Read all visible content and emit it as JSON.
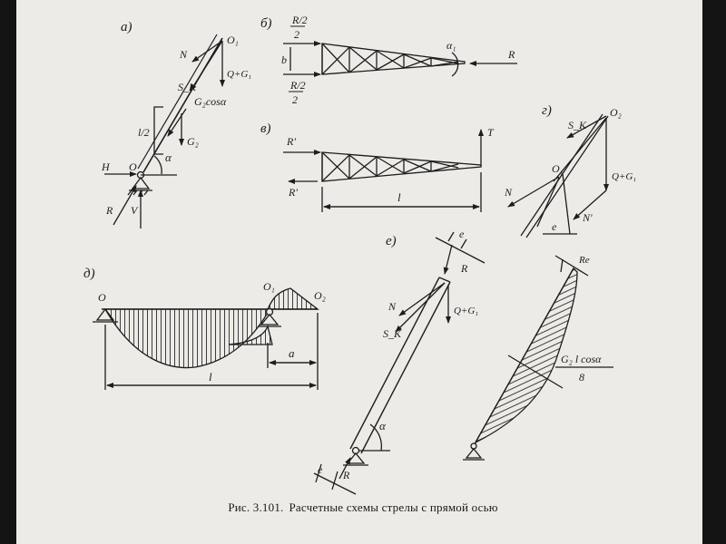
{
  "figure": {
    "caption_number": "Рис. 3.101.",
    "caption_text": "Расчетные схемы стрелы с прямой осью"
  },
  "panels": {
    "a": {
      "label": "а)",
      "points": [
        "O₁",
        "O"
      ],
      "forces": [
        "N",
        "Q+G₁",
        "S_K",
        "G₂cosα",
        "G₂",
        "H",
        "R",
        "V"
      ],
      "dimension": "l/2",
      "angle": "α"
    },
    "b": {
      "label": "б)",
      "forces": [
        "R/2",
        "R/2",
        "R"
      ],
      "dimension": "b",
      "angle": "α₁"
    },
    "v": {
      "label": "в)",
      "forces": [
        "R'",
        "R'",
        "T"
      ],
      "dimension": "l"
    },
    "g": {
      "label": "г)",
      "points": [
        "O₂",
        "O₁"
      ],
      "forces": [
        "S_K",
        "Q+G₁",
        "N",
        "N'"
      ],
      "dimension": "e"
    },
    "d": {
      "label": "д)",
      "points": [
        "O",
        "O₁",
        "O₂"
      ],
      "dimensions": [
        "a",
        "l"
      ]
    },
    "e": {
      "label": "е)",
      "forces": [
        "R",
        "N",
        "S_K",
        "Q+G₁",
        "R"
      ],
      "dimensions": [
        "e",
        "e"
      ],
      "angle": "α",
      "moment_label": "Rе",
      "moment_formula_num": "G₂ l cosα",
      "moment_formula_den": "8"
    }
  }
}
